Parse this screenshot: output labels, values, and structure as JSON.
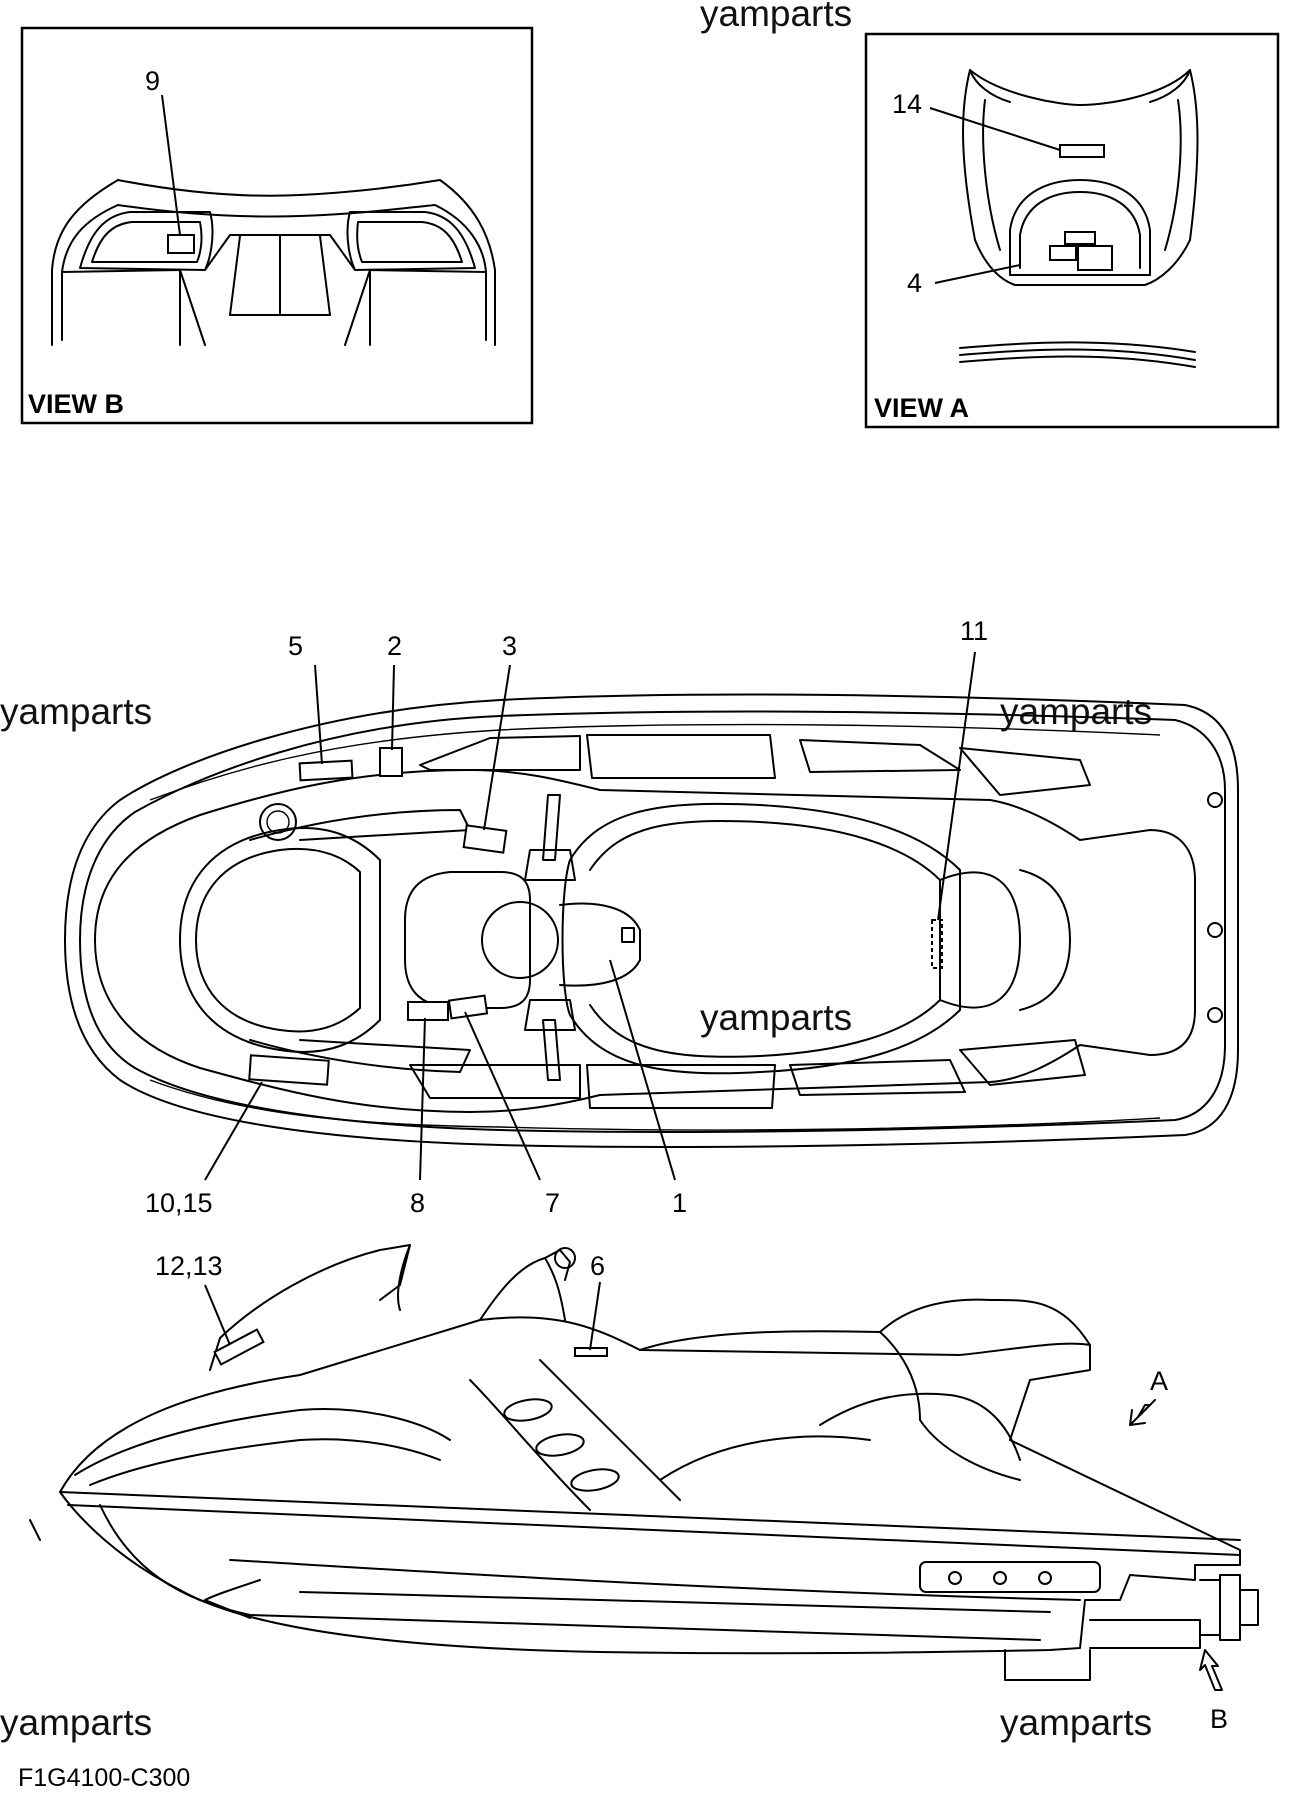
{
  "watermarks": [
    "yamparts",
    "yamparts",
    "yamparts",
    "yamparts",
    "yamparts",
    "yamparts"
  ],
  "view_b": {
    "label": "VIEW B",
    "callout": "9"
  },
  "view_a": {
    "label": "VIEW A",
    "callouts": [
      "14",
      "4"
    ]
  },
  "top_view": {
    "callouts": [
      "5",
      "2",
      "3",
      "11",
      "10,15",
      "8",
      "7",
      "1"
    ]
  },
  "side_view": {
    "callouts": [
      "12,13",
      "6"
    ],
    "arrow_a": "A",
    "arrow_b": "B"
  },
  "figure_code": "F1G4100-C300"
}
